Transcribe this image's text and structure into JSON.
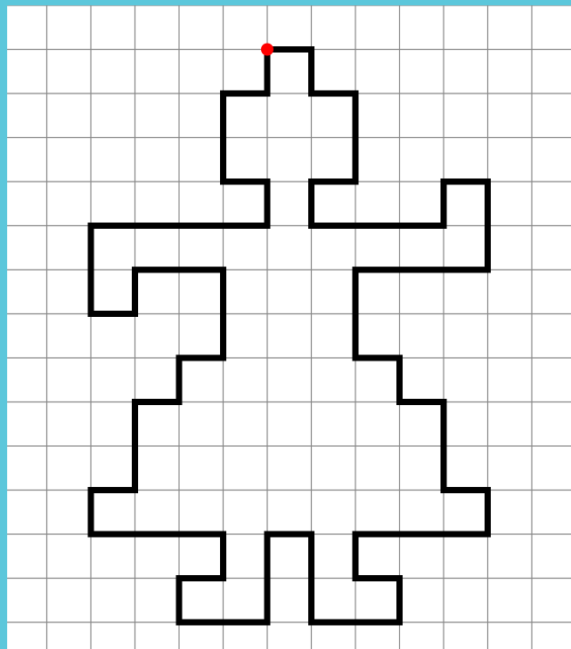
{
  "colors": {
    "frame_border": "#5cc7db",
    "paper": "#ffffff",
    "grid_line": "#888888",
    "outline": "#000000",
    "start_marker": "#ff0000"
  },
  "grid": {
    "columns": 13,
    "rows": 15,
    "cell_note": "square cells"
  },
  "drawing": {
    "start_point": [
      6,
      1
    ],
    "path_points": [
      [
        6,
        1
      ],
      [
        7,
        1
      ],
      [
        7,
        2
      ],
      [
        8,
        2
      ],
      [
        8,
        4
      ],
      [
        7,
        4
      ],
      [
        7,
        5
      ],
      [
        10,
        5
      ],
      [
        10,
        4
      ],
      [
        11,
        4
      ],
      [
        11,
        6
      ],
      [
        8,
        6
      ],
      [
        8,
        8
      ],
      [
        9,
        8
      ],
      [
        9,
        9
      ],
      [
        10,
        9
      ],
      [
        10,
        11
      ],
      [
        11,
        11
      ],
      [
        11,
        12
      ],
      [
        8,
        12
      ],
      [
        8,
        13
      ],
      [
        9,
        13
      ],
      [
        9,
        14
      ],
      [
        7,
        14
      ],
      [
        7,
        12
      ],
      [
        6,
        12
      ],
      [
        6,
        14
      ],
      [
        4,
        14
      ],
      [
        4,
        13
      ],
      [
        5,
        13
      ],
      [
        5,
        12
      ],
      [
        2,
        12
      ],
      [
        2,
        11
      ],
      [
        3,
        11
      ],
      [
        3,
        9
      ],
      [
        4,
        9
      ],
      [
        4,
        8
      ],
      [
        5,
        8
      ],
      [
        5,
        6
      ],
      [
        3,
        6
      ],
      [
        3,
        7
      ],
      [
        2,
        7
      ],
      [
        2,
        5
      ],
      [
        6,
        5
      ],
      [
        6,
        4
      ],
      [
        5,
        4
      ],
      [
        5,
        2
      ],
      [
        6,
        2
      ],
      [
        6,
        1
      ]
    ]
  }
}
